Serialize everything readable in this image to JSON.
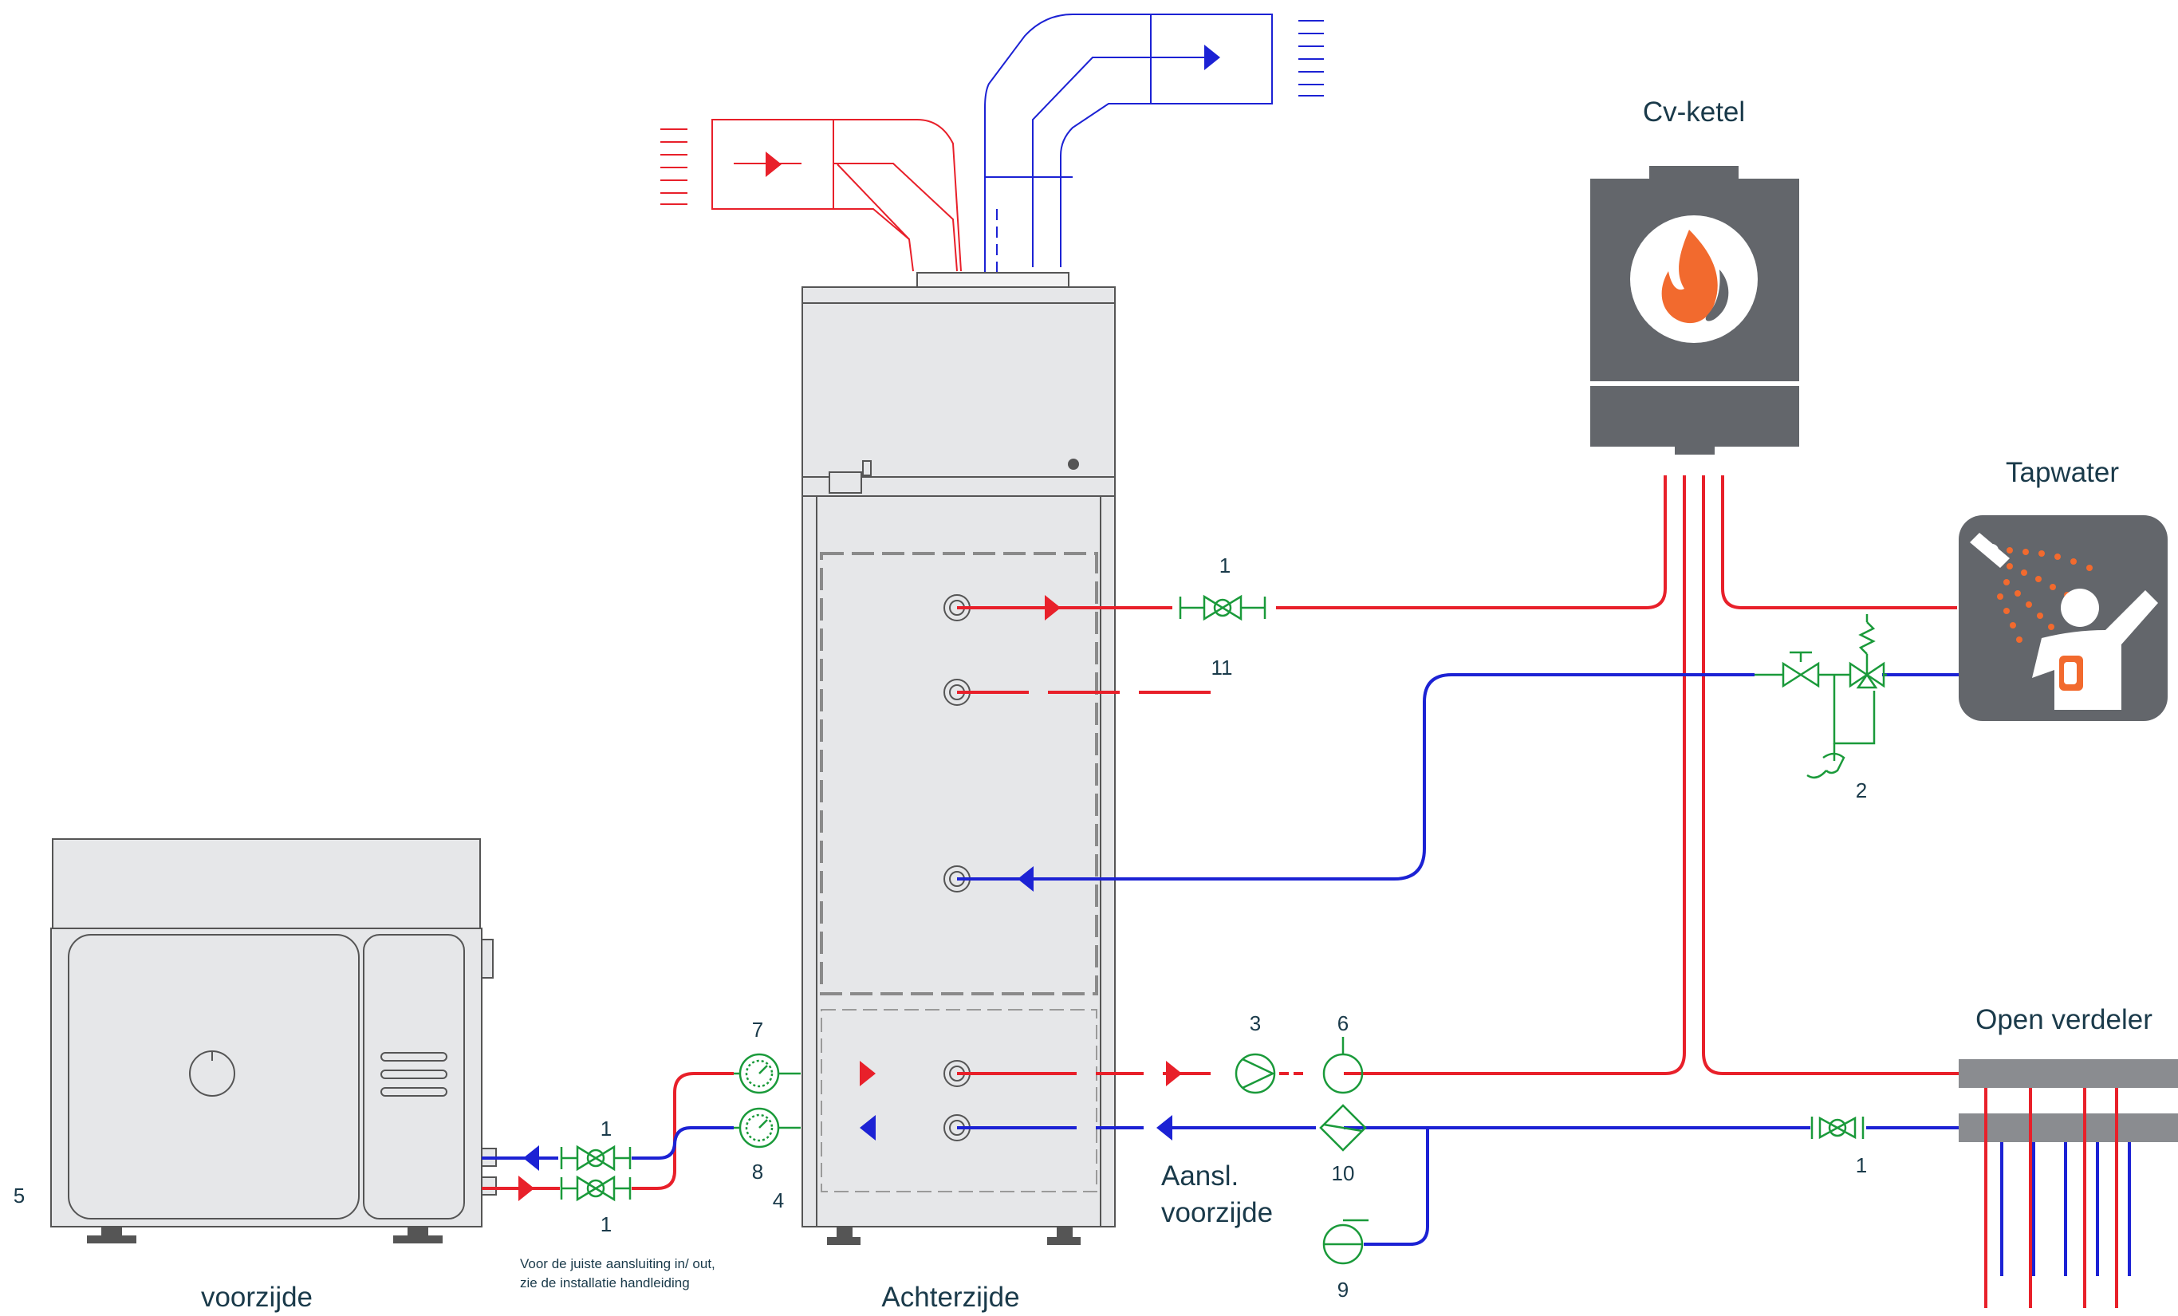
{
  "labels": {
    "boiler": "Cv-ketel",
    "tapwater": "Tapwater",
    "open_manifold": "Open verdeler",
    "front_left": "voorzijde",
    "back": "Achterzijde",
    "connection_line1": "Aansl.",
    "connection_line2": "voorzijde",
    "note_line1": "Voor de juiste aansluiting in/ out,",
    "note_line2": "zie de installatie handleiding"
  },
  "numbers": {
    "valve_hot_top": "1",
    "port_11": "11",
    "tap_group": "2",
    "pump": "3",
    "n4": "4",
    "n5": "5",
    "n6": "6",
    "n7": "7",
    "n8": "8",
    "n9": "9",
    "n10": "10",
    "valve_outdoor_top": "1",
    "valve_outdoor_bottom": "1",
    "valve_manifold": "1"
  },
  "colors": {
    "hot": "#e8202a",
    "cold": "#1c22d4",
    "fitting": "#1a9a3a",
    "equipment": "#63666b",
    "panel": "#e6e7e9",
    "accent": "#f26a2e"
  },
  "icons": {
    "boiler": "flame-icon",
    "tapwater": "shower-icon"
  }
}
